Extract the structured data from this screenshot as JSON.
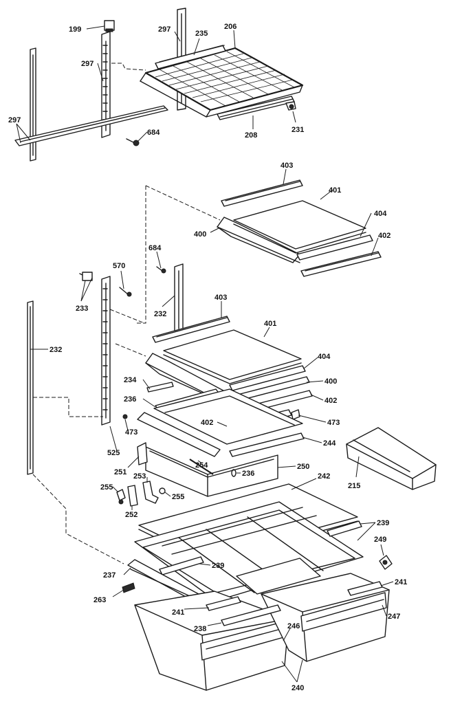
{
  "callouts": [
    {
      "id": "199",
      "text": "199"
    },
    {
      "id": "297a",
      "text": "297"
    },
    {
      "id": "235",
      "text": "235"
    },
    {
      "id": "206",
      "text": "206"
    },
    {
      "id": "297b",
      "text": "297"
    },
    {
      "id": "297c",
      "text": "297"
    },
    {
      "id": "684a",
      "text": "684"
    },
    {
      "id": "208",
      "text": "208"
    },
    {
      "id": "231",
      "text": "231"
    },
    {
      "id": "403a",
      "text": "403"
    },
    {
      "id": "401a",
      "text": "401"
    },
    {
      "id": "404a",
      "text": "404"
    },
    {
      "id": "400a",
      "text": "400"
    },
    {
      "id": "402a",
      "text": "402"
    },
    {
      "id": "684b",
      "text": "684"
    },
    {
      "id": "570",
      "text": "570"
    },
    {
      "id": "233",
      "text": "233"
    },
    {
      "id": "232a",
      "text": "232"
    },
    {
      "id": "403b",
      "text": "403"
    },
    {
      "id": "401b",
      "text": "401"
    },
    {
      "id": "232b",
      "text": "232"
    },
    {
      "id": "404b",
      "text": "404"
    },
    {
      "id": "400b",
      "text": "400"
    },
    {
      "id": "234",
      "text": "234"
    },
    {
      "id": "236a",
      "text": "236"
    },
    {
      "id": "402b",
      "text": "402"
    },
    {
      "id": "402c",
      "text": "402"
    },
    {
      "id": "473a",
      "text": "473"
    },
    {
      "id": "473b",
      "text": "473"
    },
    {
      "id": "244",
      "text": "244"
    },
    {
      "id": "525",
      "text": "525"
    },
    {
      "id": "254",
      "text": "254"
    },
    {
      "id": "251",
      "text": "251"
    },
    {
      "id": "236b",
      "text": "236"
    },
    {
      "id": "250",
      "text": "250"
    },
    {
      "id": "242",
      "text": "242"
    },
    {
      "id": "215",
      "text": "215"
    },
    {
      "id": "253",
      "text": "253"
    },
    {
      "id": "255a",
      "text": "255"
    },
    {
      "id": "255b",
      "text": "255"
    },
    {
      "id": "252",
      "text": "252"
    },
    {
      "id": "239a",
      "text": "239"
    },
    {
      "id": "249",
      "text": "249"
    },
    {
      "id": "237",
      "text": "237"
    },
    {
      "id": "239b",
      "text": "239"
    },
    {
      "id": "241a",
      "text": "241"
    },
    {
      "id": "263",
      "text": "263"
    },
    {
      "id": "241b",
      "text": "241"
    },
    {
      "id": "247",
      "text": "247"
    },
    {
      "id": "238",
      "text": "238"
    },
    {
      "id": "246",
      "text": "246"
    },
    {
      "id": "240",
      "text": "240"
    }
  ]
}
